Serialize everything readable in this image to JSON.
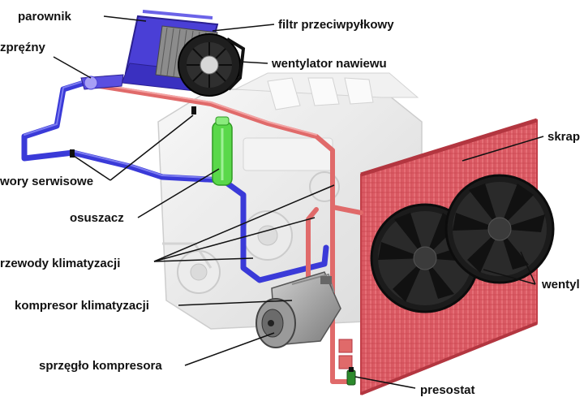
{
  "labels": {
    "parownik": "parownik",
    "filtr": "filtr przeciwpyłkowy",
    "zawor": "zpręźny",
    "wentylator_nawiewu": "wentylator nawiewu",
    "skraplacz": "skrap",
    "zawory": "wory serwisowe",
    "osuszacz": "osuszacz",
    "przewody": "rzewody klimatyzacji",
    "wentylatory": "wentyl",
    "kompresor": "kompresor klimatyzacji",
    "sprzeglo": "sprzęgło kompresora",
    "presostat": "presostat"
  },
  "colors": {
    "evaporator": "#4a3fd6",
    "low_pressure_line": "#3a3ad8",
    "high_pressure_line": "#e06a6a",
    "condenser": "#e8737a",
    "dryer": "#5ad84a",
    "engine": "#ececec",
    "fan": "#1b1b1b",
    "leader": "#111111"
  },
  "icons": [
    "evaporator-icon",
    "cabin-filter-icon",
    "blower-fan-icon",
    "engine-block-icon",
    "receiver-dryer-icon",
    "compressor-icon",
    "compressor-clutch-icon",
    "condenser-icon",
    "radiator-fan-icon",
    "pressure-switch-icon"
  ]
}
